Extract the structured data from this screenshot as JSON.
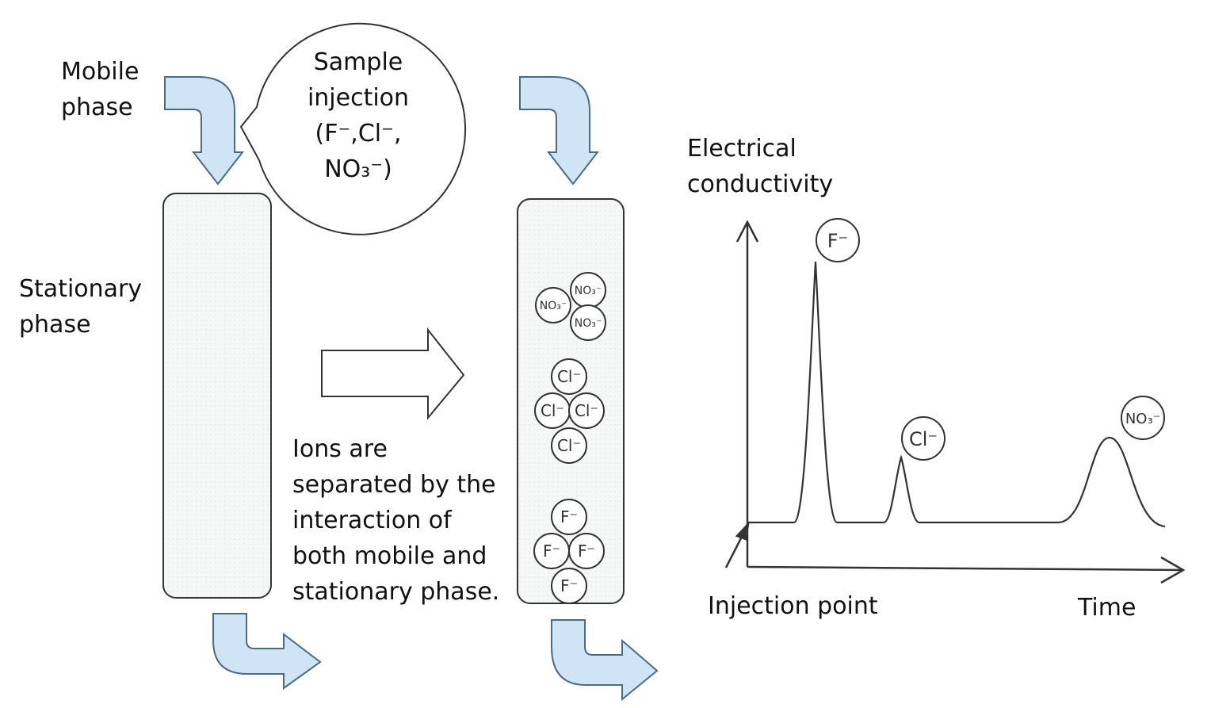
{
  "labels": {
    "mobile_phase": [
      "Mobile",
      "phase"
    ],
    "sample_injection": [
      "Sample",
      "injection",
      "(F⁻,Cl⁻,",
      "NO₃⁻)"
    ],
    "stationary_phase": [
      "Stationary",
      "phase"
    ],
    "separation_text": [
      "Ions are",
      "separated by the",
      "interaction of",
      "both mobile and",
      "stationary phase."
    ],
    "y_axis": [
      "Electrical",
      "conductivity"
    ],
    "injection_point": "Injection point",
    "x_axis": "Time"
  },
  "ions": {
    "fluoride": "F⁻",
    "chloride": "Cl⁻",
    "nitrate": "NO₃⁻"
  },
  "colors": {
    "flow_arrow_fill": "#cfe4f4",
    "flow_arrow_stroke": "#4a6a88",
    "column_fill": "#f5f7f7",
    "line": "#333333"
  }
}
